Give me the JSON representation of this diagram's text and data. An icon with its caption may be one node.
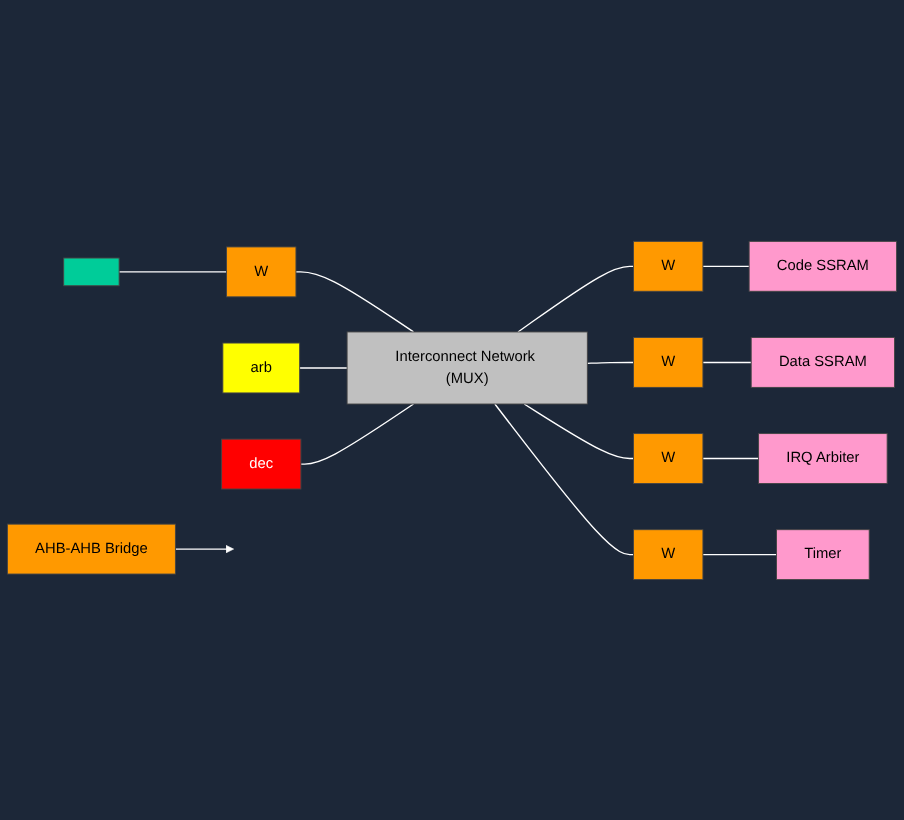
{
  "diagram": {
    "nodes": [
      {
        "text": [],
        "shape": "box"
      },
      {
        "text": [
          "W"
        ]
      },
      {
        "text": [
          "Interconnect Network (MUX)"
        ]
      },
      {
        "text": [
          "W"
        ]
      },
      {
        "text": [
          "Code SSRAM"
        ]
      },
      {
        "text": [
          "W"
        ]
      },
      {
        "text": [
          "Data SSRAM"
        ]
      },
      {
        "text": [
          "arb"
        ]
      },
      {
        "text": [
          "dec"
        ]
      },
      {
        "text": [
          "W"
        ]
      },
      {
        "text": [
          "IRQ Arbiter"
        ]
      },
      {
        "text": [
          "W"
        ]
      },
      {
        "text": [
          "Timer"
        ]
      },
      {
        "text": [
          "AHB-AHB Bridge"
        ]
      }
    ],
    "edges": [
      {
        "from": 0,
        "to": 1,
        "arrow": "none"
      },
      {
        "from": 1,
        "to": 2,
        "arrow": "none"
      },
      {
        "from": 2,
        "to": 3,
        "arrow": "none"
      },
      {
        "from": 3,
        "to": 4,
        "arrow": "none"
      },
      {
        "from": 2,
        "to": 5,
        "arrow": "none"
      },
      {
        "from": 5,
        "to": 6,
        "arrow": "none"
      },
      {
        "from": 7,
        "to": 2,
        "arrow": "none"
      },
      {
        "from": 8,
        "to": 2,
        "arrow": "none"
      },
      {
        "from": 2,
        "to": 9,
        "arrow": "none"
      },
      {
        "from": 9,
        "to": 10,
        "arrow": "none"
      },
      {
        "from": 2,
        "to": 11,
        "arrow": "none"
      },
      {
        "from": 11,
        "to": 12,
        "arrow": "none"
      },
      {
        "from": 13,
        "to": null,
        "arrow": "to"
      }
    ]
  }
}
